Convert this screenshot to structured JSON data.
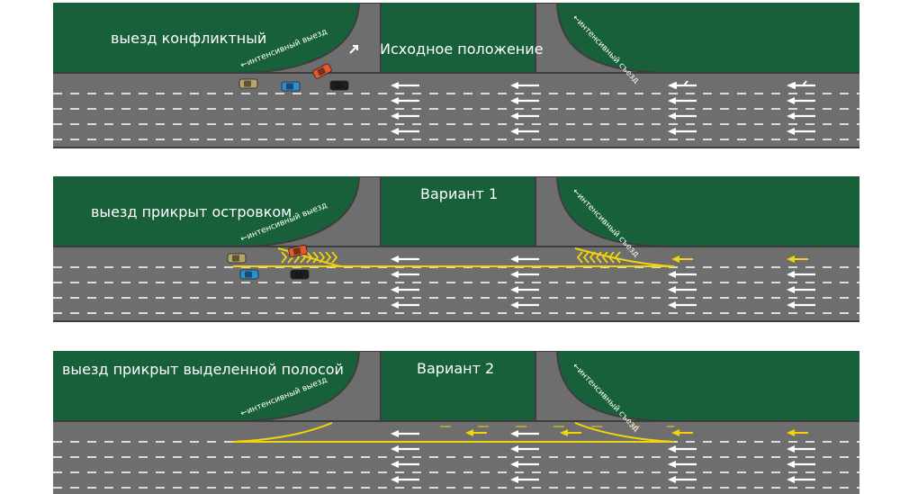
{
  "colors": {
    "grass": "#18603a",
    "asphalt": "#6e6e6e",
    "asphalt_dark": "#5e5e5e",
    "curb": "#3d3d3d",
    "marking": "#ffffff",
    "yellow": "#f2d40a"
  },
  "panels": [
    {
      "title": "Исходное положение",
      "caption": "выезд конфликтный",
      "exit_label": "←интенсивный выезд",
      "entry_label": "←интенсивный съезд",
      "variant": "initial"
    },
    {
      "title": "Вариант 1",
      "caption": "выезд прикрыт островком",
      "exit_label": "←интенсивный выезд",
      "entry_label": "←интенсивный съезд",
      "variant": "island"
    },
    {
      "title": "Вариант 2",
      "caption": "выезд прикрыт выделенной полосой",
      "exit_label": "←интенсивный выезд",
      "entry_label": "←интенсивный съезд",
      "variant": "lane"
    }
  ]
}
